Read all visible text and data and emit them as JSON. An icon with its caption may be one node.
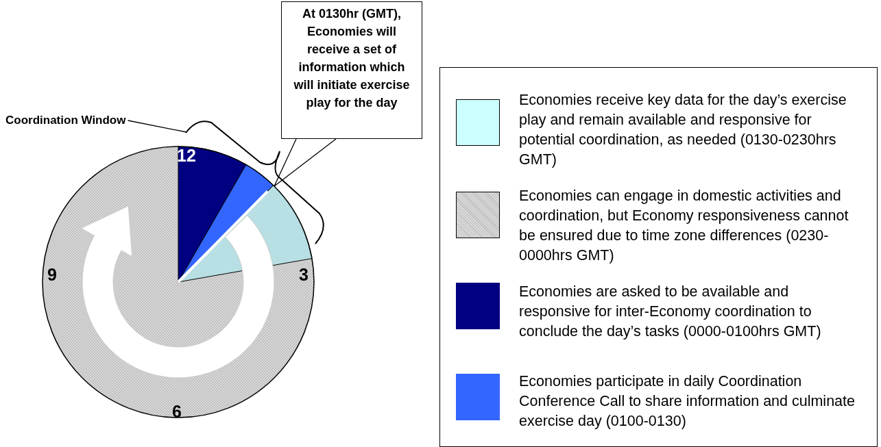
{
  "diagram": {
    "nodes": [
      {
        "text": [
          "At 0130hr (GMT), Economies will receive a set of information which will initiate exercise play for the day"
        ]
      },
      {
        "text": [
          "Coordination Window"
        ]
      },
      {
        "text": [],
        "shape": "bracket"
      }
    ],
    "edges": [
      {
        "from": 0,
        "to": null,
        "arrow": "none"
      },
      {
        "from": 1,
        "to": 2,
        "arrow": "none"
      }
    ],
    "labels": [
      "12",
      "3",
      "6",
      "9"
    ],
    "legend": [
      {
        "text": "Economies receive key data for the day’s exercise play and remain available and responsive for potential coordination, as needed (0130-0230hrs GMT)",
        "color": "#ccffff"
      },
      {
        "text": "Economies can engage in domestic activities and coordination, but Economy responsiveness cannot be ensured due to time zone differences (0230-0000hrs GMT)",
        "color": "#d9d9d9"
      },
      {
        "text": "Economies are asked to be available and responsive for inter-Economy coordination to conclude the day’s tasks (0000-0100hrs GMT)",
        "color": "#000080"
      },
      {
        "text": "Economies participate in daily Coordination Conference Call to share information and culminate exercise day (0100-0130)",
        "color": "#3366ff"
      }
    ]
  }
}
